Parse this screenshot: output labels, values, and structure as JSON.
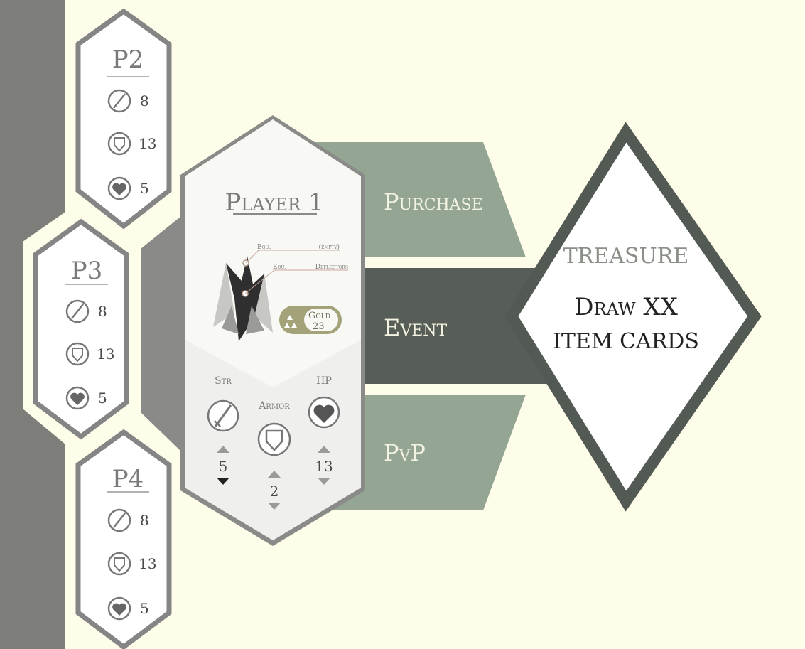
{
  "colors": {
    "background": "#fdfde9",
    "sidebar": "#7d7d7a",
    "hex_border": "#858585",
    "hex_fill": "#f8f8f4",
    "action_light": "#94a594",
    "action_dark": "#565e57",
    "treasure_border": "#535a53",
    "gold_badge": "#a4a279"
  },
  "players": [
    {
      "name": "P2",
      "str": "8",
      "armor": "13",
      "hp": "5"
    },
    {
      "name": "P3",
      "str": "8",
      "armor": "13",
      "hp": "5"
    },
    {
      "name": "P4",
      "str": "8",
      "armor": "13",
      "hp": "5"
    }
  ],
  "player1": {
    "name": "Player 1",
    "equipment": [
      {
        "slot": "Equ.",
        "value": "(empty)"
      },
      {
        "slot": "Equ.",
        "value": "Deflectors"
      }
    ],
    "gold_label": "Gold",
    "gold_value": "23",
    "str_label": "Str",
    "armor_label": "Armor",
    "hp_label": "HP",
    "str_value": "5",
    "armor_value": "2",
    "hp_value": "13"
  },
  "actions": [
    {
      "id": "purchase",
      "label": "Purchase"
    },
    {
      "id": "event",
      "label": "Event"
    },
    {
      "id": "pvp",
      "label": "PvP"
    }
  ],
  "treasure": {
    "title": "TREASURE",
    "line1": "Draw XX",
    "line2": "ITEM CARDS"
  },
  "icons": [
    "sword-icon",
    "shield-icon",
    "heart-icon",
    "gold-bars-icon",
    "arrow-up-icon",
    "arrow-down-icon",
    "character-icon"
  ]
}
